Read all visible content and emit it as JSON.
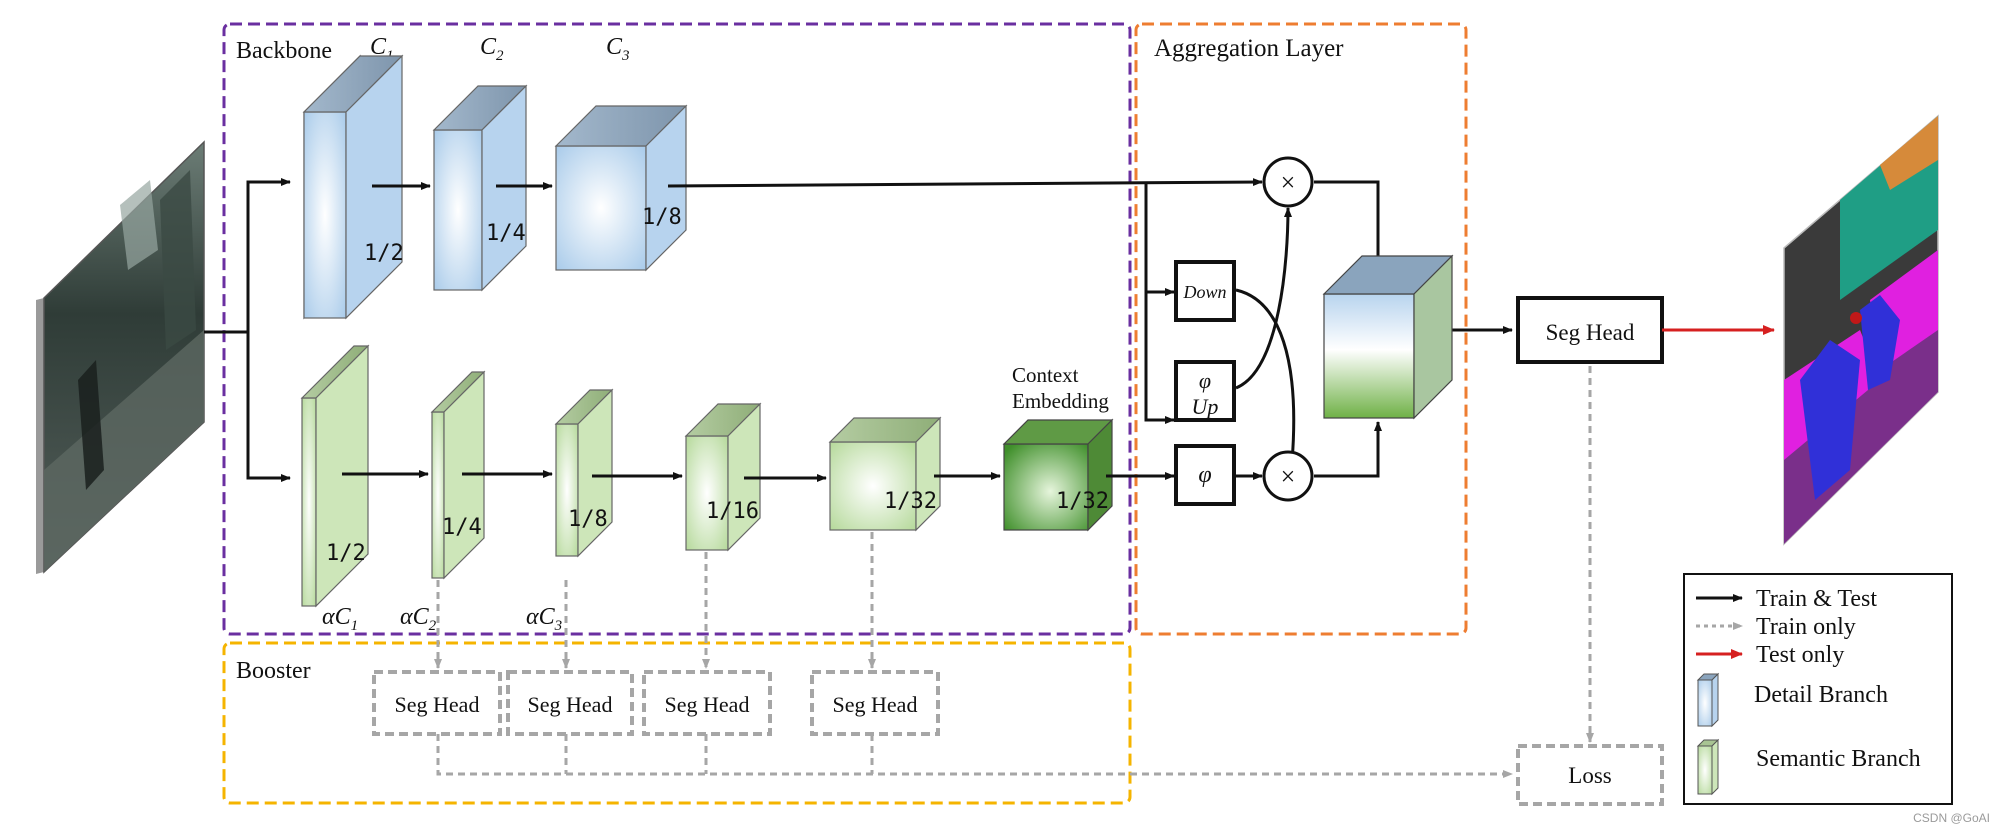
{
  "regions": {
    "backbone": "Backbone",
    "aggregation": "Aggregation Layer",
    "booster": "Booster"
  },
  "channels": {
    "c1": "C",
    "c1_sub": "1",
    "c2": "C",
    "c2_sub": "2",
    "c3": "C",
    "c3_sub": "3",
    "ac1": "αC",
    "ac1_sub": "1",
    "ac2": "αC",
    "ac2_sub": "2",
    "ac3": "αC",
    "ac3_sub": "3"
  },
  "detail_scales": [
    "1/2",
    "1/4",
    "1/8"
  ],
  "semantic_scales": [
    "1/2",
    "1/4",
    "1/8",
    "1/16",
    "1/32",
    "1/32"
  ],
  "context_embedding": [
    "Context",
    "Embedding"
  ],
  "ops": {
    "down": "Down",
    "phi": "φ",
    "up": "Up",
    "times": "×"
  },
  "seg_head": "Seg Head",
  "booster_heads": [
    "Seg Head",
    "Seg Head",
    "Seg Head",
    "Seg Head"
  ],
  "loss": "Loss",
  "legend": {
    "train_test": "Train & Test",
    "train_only": "Train only",
    "test_only": "Test only",
    "detail": "Detail Branch",
    "semantic": "Semantic Branch"
  },
  "watermark": "CSDN @GoAI",
  "colors": {
    "backbone_border": "#6a2fa0",
    "aggregation_border": "#ee7d31",
    "booster_border": "#f5b400",
    "detail_fill": "#c5ddf2",
    "semantic_fill": "#c7e3b0",
    "context_fill": "#7cbf5c",
    "test_arrow": "#d62020",
    "train_arrow": "#a6a6a6"
  }
}
